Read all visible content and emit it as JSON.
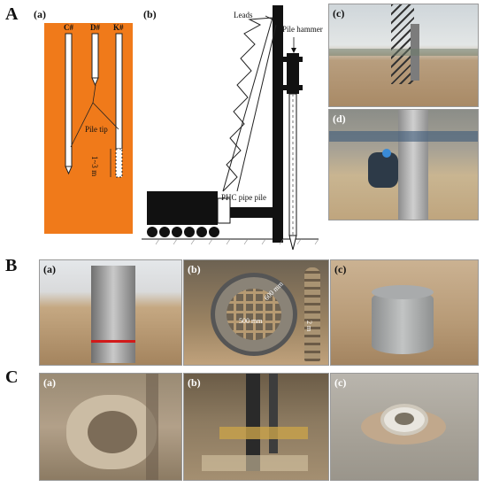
{
  "sections": {
    "A": "A",
    "B": "B",
    "C": "C"
  },
  "panelA": {
    "a_label": "(a)",
    "b_label": "(b)",
    "c_label": "(c)",
    "d_label": "(d)",
    "piles": [
      "C#",
      "D#",
      "K#"
    ],
    "pile_tip": "Pile tip",
    "dim_1_3m": "1~3 m",
    "leads": "Leads",
    "pile_hammer": "Pile hammer",
    "phc": "PHC pipe pile"
  },
  "panelB": {
    "a_label": "(a)",
    "b_label": "(b)",
    "c_label": "(c)",
    "d600": "600 mm",
    "d500": "500 mm",
    "h2m": "2 m"
  },
  "panelC": {
    "a_label": "(a)",
    "b_label": "(b)",
    "c_label": "(c)"
  },
  "colors": {
    "orange": "#f07a1a",
    "machine": "#111111"
  }
}
